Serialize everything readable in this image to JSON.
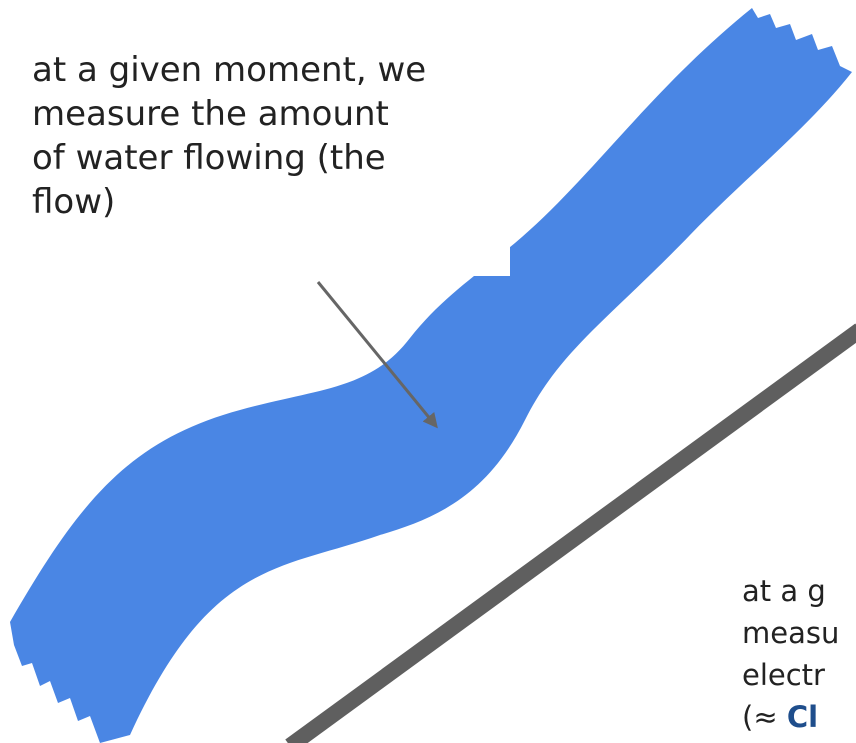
{
  "left_caption": {
    "lines": [
      "at a given moment, we",
      "measure the amount",
      "of water flowing (the",
      "flow)"
    ]
  },
  "right_caption": {
    "lines": [
      "at a g",
      "measu",
      "electr"
    ],
    "last_line_prefix": "(≈ ",
    "last_line_emphasis": "Cl"
  },
  "colors": {
    "river": "#4a86e4",
    "wire": "#5f5f5f",
    "arrow": "#666666",
    "emphasis": "#1f4e8c"
  }
}
